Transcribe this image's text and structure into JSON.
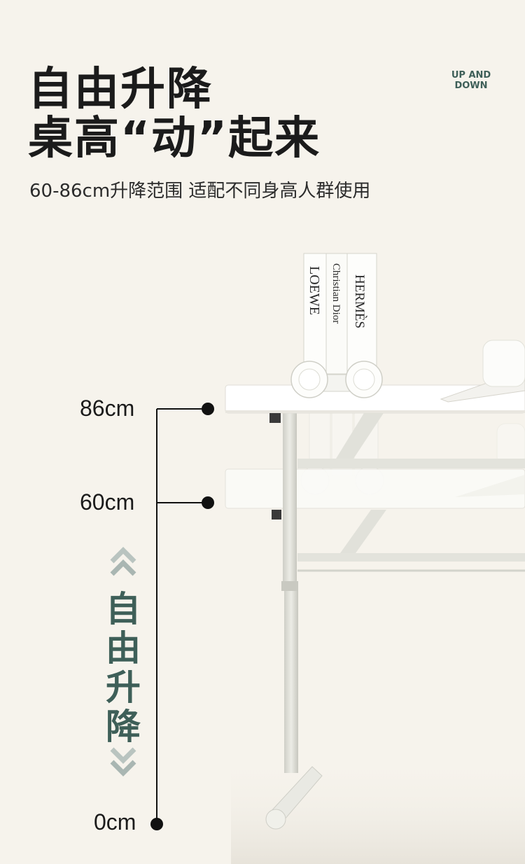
{
  "headline": {
    "line1": "自由升降",
    "line2": "桌高“动”起来"
  },
  "subtitle": "60-86cm升降范围 适配不同身高人群使用",
  "badge": {
    "line1": "UP AND",
    "line2": "DOWN"
  },
  "height_scale": {
    "top_label": "86cm",
    "mid_label": "60cm",
    "bottom_label": "0cm"
  },
  "vertical_caption": [
    "自",
    "由",
    "升",
    "降"
  ],
  "books": {
    "spine1": "LOEWE",
    "spine2": "Christian Dior",
    "spine3": "HERMÈS"
  },
  "colors": {
    "background": "#f6f3ec",
    "accent": "#3e5f58",
    "text": "#1b1b1b",
    "desk_top": "#ffffff",
    "frame": "#dcdcd4"
  }
}
